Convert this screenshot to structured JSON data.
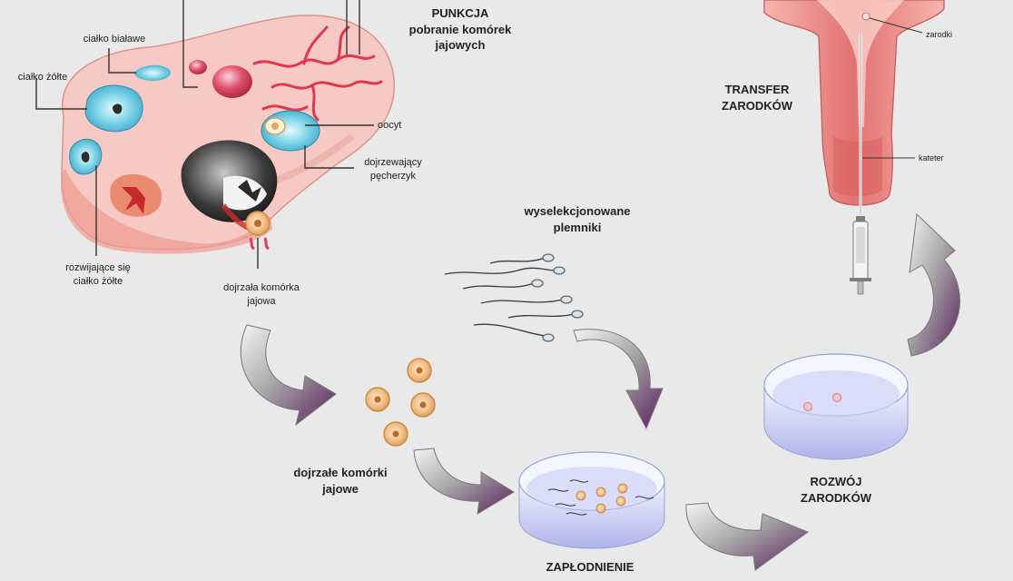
{
  "labels": {
    "cialko_bialawe": "ciałko białawe",
    "cialko_zolte": "ciałko żółte",
    "rozwijajace_l1": "rozwijające się",
    "rozwijajace_l2": "ciałko żółte",
    "oocyt": "oocyt",
    "dojrzewajacy_l1": "dojrzewający",
    "dojrzewajacy_l2": "pęcherzyk",
    "dojrzala_l1": "dojrzała komórka",
    "dojrzala_l2": "jajowa",
    "punkcja_l1": "PUNKCJA",
    "punkcja_l2": "pobranie komórek",
    "punkcja_l3": "jajowych",
    "plemniki_l1": "wyselekcjonowane",
    "plemniki_l2": "plemniki",
    "dojrzale_l1": "dojrzałe komórki",
    "dojrzale_l2": "jajowe",
    "zaplodnienie": "ZAPŁODNIENIE",
    "rozwoj_l1": "ROZWÓJ",
    "rozwoj_l2": "ZARODKÓW",
    "transfer_l1": "TRANSFER",
    "transfer_l2": "ZARODKÓW",
    "zarodki": "zarodki",
    "kateter": "kateter"
  },
  "colors": {
    "background": "#e9e9e9",
    "ovary": "#f6c7c3",
    "follicle": "#5fc4dc",
    "arrow_dark": "#6b2a6e",
    "dish": "#c9cdf2",
    "uterus": "#e78a8a"
  }
}
